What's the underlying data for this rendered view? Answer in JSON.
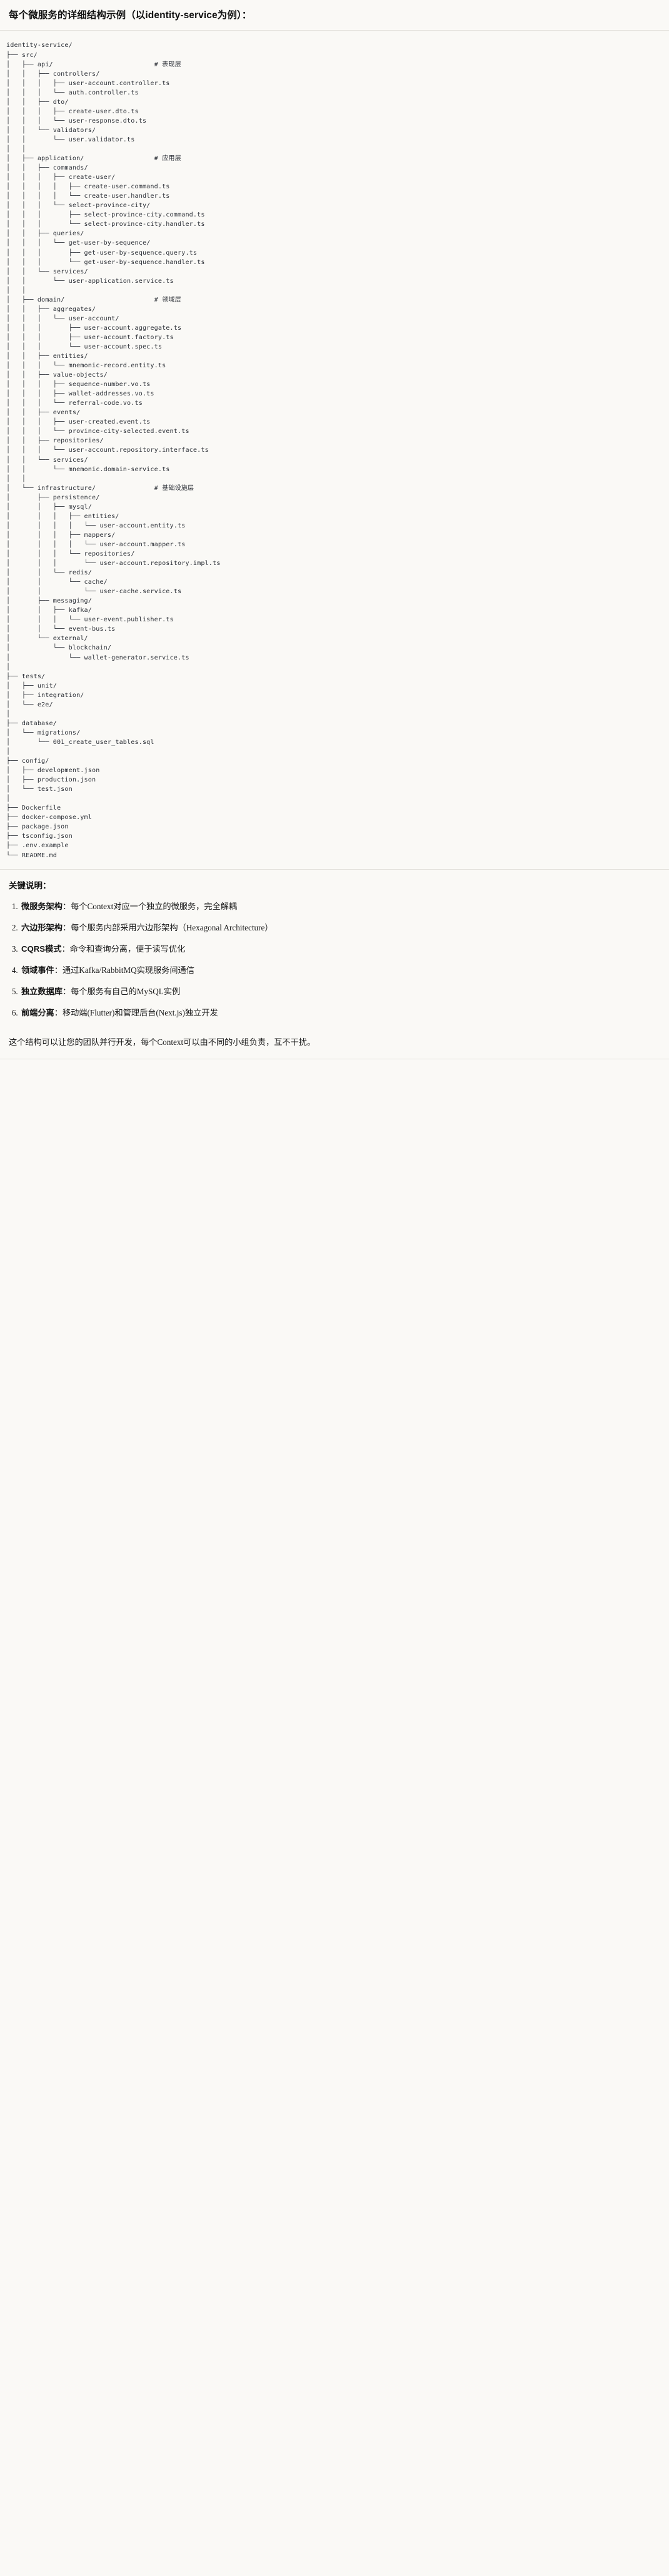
{
  "heading": "每个微服务的详细结构示例（以identity-service为例）：",
  "tree": {
    "root": "identity-service/",
    "lines": [
      "identity-service/",
      "├── src/",
      "│   ├── api/                          # 表现层",
      "│   │   ├── controllers/",
      "│   │   │   ├── user-account.controller.ts",
      "│   │   │   └── auth.controller.ts",
      "│   │   ├── dto/",
      "│   │   │   ├── create-user.dto.ts",
      "│   │   │   └── user-response.dto.ts",
      "│   │   └── validators/",
      "│   │       └── user.validator.ts",
      "│   │",
      "│   ├── application/                  # 应用层",
      "│   │   ├── commands/",
      "│   │   │   ├── create-user/",
      "│   │   │   │   ├── create-user.command.ts",
      "│   │   │   │   └── create-user.handler.ts",
      "│   │   │   └── select-province-city/",
      "│   │   │       ├── select-province-city.command.ts",
      "│   │   │       └── select-province-city.handler.ts",
      "│   │   ├── queries/",
      "│   │   │   └── get-user-by-sequence/",
      "│   │   │       ├── get-user-by-sequence.query.ts",
      "│   │   │       └── get-user-by-sequence.handler.ts",
      "│   │   └── services/",
      "│   │       └── user-application.service.ts",
      "│   │",
      "│   ├── domain/                       # 领域层",
      "│   │   ├── aggregates/",
      "│   │   │   └── user-account/",
      "│   │   │       ├── user-account.aggregate.ts",
      "│   │   │       ├── user-account.factory.ts",
      "│   │   │       └── user-account.spec.ts",
      "│   │   ├── entities/",
      "│   │   │   └── mnemonic-record.entity.ts",
      "│   │   ├── value-objects/",
      "│   │   │   ├── sequence-number.vo.ts",
      "│   │   │   ├── wallet-addresses.vo.ts",
      "│   │   │   └── referral-code.vo.ts",
      "│   │   ├── events/",
      "│   │   │   ├── user-created.event.ts",
      "│   │   │   └── province-city-selected.event.ts",
      "│   │   ├── repositories/",
      "│   │   │   └── user-account.repository.interface.ts",
      "│   │   └── services/",
      "│   │       └── mnemonic.domain-service.ts",
      "│   │",
      "│   └── infrastructure/               # 基础设施层",
      "│       ├── persistence/",
      "│       │   ├── mysql/",
      "│       │   │   ├── entities/",
      "│       │   │   │   └── user-account.entity.ts",
      "│       │   │   ├── mappers/",
      "│       │   │   │   └── user-account.mapper.ts",
      "│       │   │   └── repositories/",
      "│       │   │       └── user-account.repository.impl.ts",
      "│       │   └── redis/",
      "│       │       └── cache/",
      "│       │           └── user-cache.service.ts",
      "│       ├── messaging/",
      "│       │   ├── kafka/",
      "│       │   │   └── user-event.publisher.ts",
      "│       │   └── event-bus.ts",
      "│       └── external/",
      "│           └── blockchain/",
      "│               └── wallet-generator.service.ts",
      "│",
      "├── tests/",
      "│   ├── unit/",
      "│   ├── integration/",
      "│   └── e2e/",
      "│",
      "├── database/",
      "│   └── migrations/",
      "│       └── 001_create_user_tables.sql",
      "│",
      "├── config/",
      "│   ├── development.json",
      "│   ├── production.json",
      "│   └── test.json",
      "│",
      "├── Dockerfile",
      "├── docker-compose.yml",
      "├── package.json",
      "├── tsconfig.json",
      "├── .env.example",
      "└── README.md"
    ],
    "layer_comments": [
      "# 表现层",
      "# 应用层",
      "# 领域层",
      "# 基础设施层"
    ]
  },
  "keypoints": {
    "title": "关键说明：",
    "items": [
      {
        "term": "微服务架构",
        "sep": "：",
        "desc": "每个Context对应一个独立的微服务，完全解耦"
      },
      {
        "term": "六边形架构",
        "sep": "：",
        "desc": "每个服务内部采用六边形架构（Hexagonal Architecture）"
      },
      {
        "term": "CQRS模式",
        "sep": "：",
        "desc": "命令和查询分离，便于读写优化"
      },
      {
        "term": "领域事件",
        "sep": "：",
        "desc": "通过Kafka/RabbitMQ实现服务间通信"
      },
      {
        "term": "独立数据库",
        "sep": "：",
        "desc": "每个服务有自己的MySQL实例"
      },
      {
        "term": "前端分离",
        "sep": "：",
        "desc": "移动端(Flutter)和管理后台(Next.js)独立开发"
      }
    ]
  },
  "closing": "这个结构可以让您的团队并行开发，每个Context可以由不同的小组负责，互不干扰。"
}
